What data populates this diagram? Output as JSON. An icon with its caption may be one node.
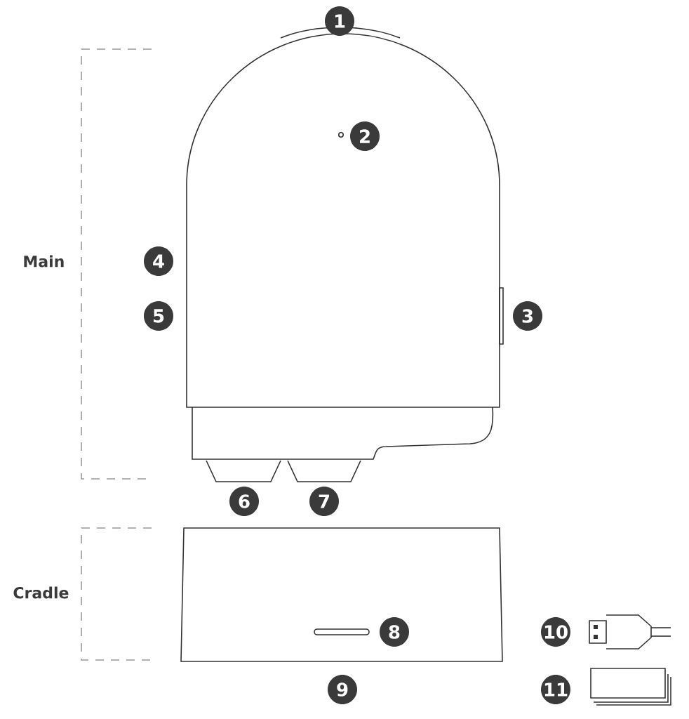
{
  "diagram": {
    "labels": [
      "1",
      "2",
      "Main",
      "4",
      "3",
      "5",
      "6",
      "7",
      "Cradle",
      "10",
      "8",
      "9",
      "11"
    ]
  }
}
